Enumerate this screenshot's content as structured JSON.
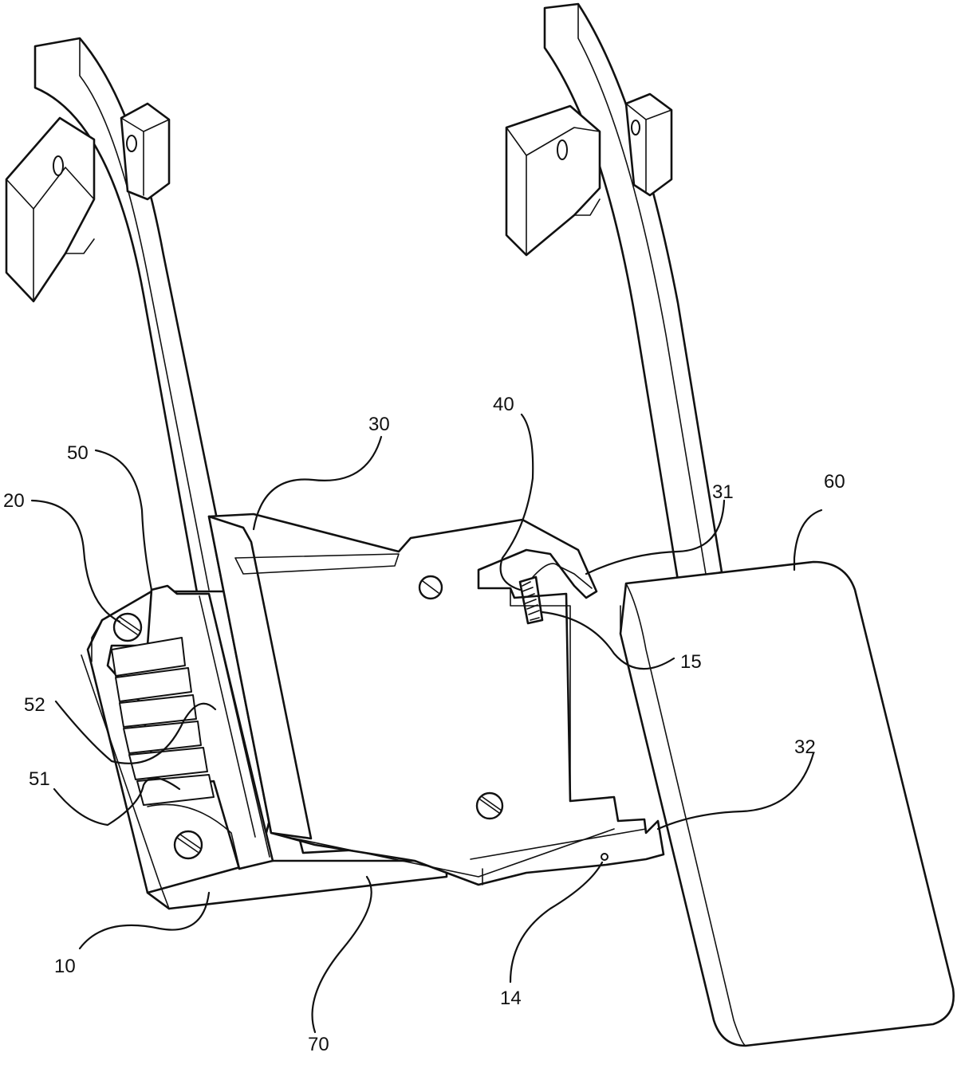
{
  "figure": {
    "reference_numerals": [
      {
        "id": "n30",
        "text": "30"
      },
      {
        "id": "n40",
        "text": "40"
      },
      {
        "id": "n50",
        "text": "50"
      },
      {
        "id": "n20",
        "text": "20"
      },
      {
        "id": "n31",
        "text": "31"
      },
      {
        "id": "n60",
        "text": "60"
      },
      {
        "id": "n15",
        "text": "15"
      },
      {
        "id": "n52",
        "text": "52"
      },
      {
        "id": "n32",
        "text": "32"
      },
      {
        "id": "n51",
        "text": "51"
      },
      {
        "id": "n10",
        "text": "10"
      },
      {
        "id": "n14",
        "text": "14"
      },
      {
        "id": "n70",
        "text": "70"
      }
    ]
  },
  "colors": {
    "line": "#111111",
    "background": "#ffffff"
  }
}
